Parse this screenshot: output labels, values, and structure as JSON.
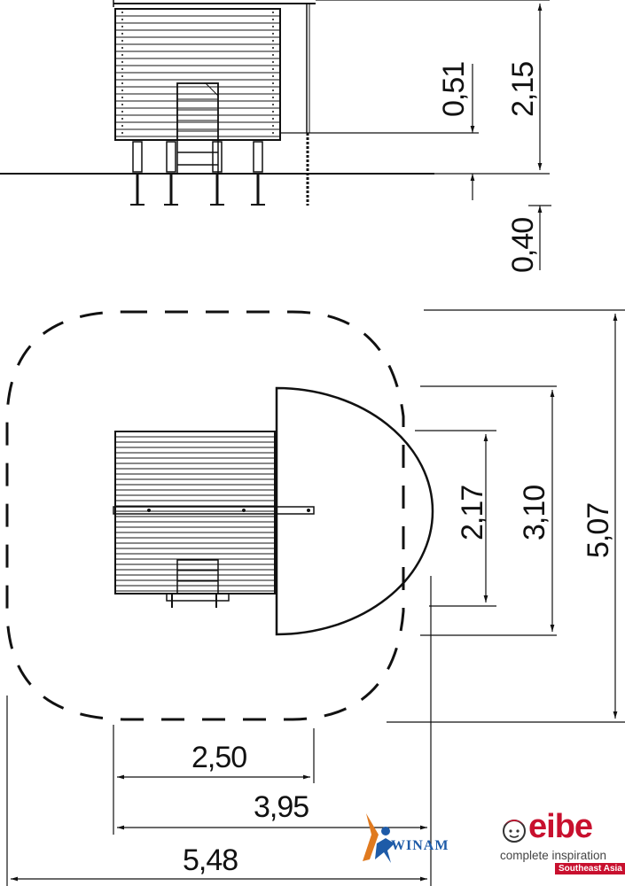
{
  "dimensions": {
    "d_0_51": "0,51",
    "d_2_15": "2,15",
    "d_0_40": "0,40",
    "d_2_17": "2,17",
    "d_3_10": "3,10",
    "d_5_07": "5,07",
    "d_2_50": "2,50",
    "d_3_95": "3,95",
    "d_5_48": "5,48"
  },
  "brands": {
    "winam": {
      "name": "WINAM",
      "logo_icon": "winam-figure-icon",
      "accent": "#1e5ba8"
    },
    "eibe": {
      "name": "eibe",
      "tagline": "complete inspiration",
      "region": "Southeast Asia",
      "logo_icon": "eibe-face-icon",
      "accent": "#c8102e"
    }
  },
  "colors": {
    "line": "#111111",
    "background": "#ffffff"
  }
}
